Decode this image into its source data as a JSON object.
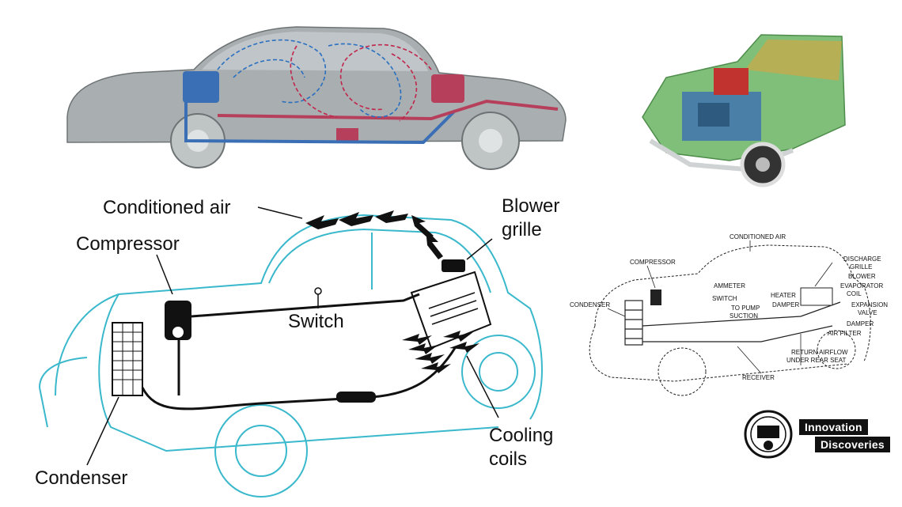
{
  "main_diagram": {
    "labels": {
      "conditioned_air": "Conditioned air",
      "blower_grille": [
        "Blower",
        "grille"
      ],
      "compressor": "Compressor",
      "switch": "Switch",
      "cooling_coils": [
        "Cooling",
        "coils"
      ],
      "condenser": "Condenser"
    },
    "colors": {
      "outline": "#3ab8cc",
      "ducting": "#111111"
    }
  },
  "technical_diagram": {
    "labels": {
      "conditioned_air": "CONDITIONED AIR",
      "compressor": "COMPRESSOR",
      "discharge_grille": [
        "DISCHARGE",
        "GRILLE"
      ],
      "blower": "BLOWER",
      "ammeter": "AMMETER",
      "evaporator_coil": [
        "EVAPORATOR",
        "COIL"
      ],
      "heater": "HEATER",
      "switch": "SWITCH",
      "to_pump_suction": [
        "TO PUMP",
        "SUCTION"
      ],
      "damper_left": "DAMPER",
      "expansion_valve": [
        "EXPANSION",
        "VALVE"
      ],
      "condenser": "CONDENSER",
      "damper_right": "DAMPER",
      "air_filter": "AIR FILTER",
      "return_airflow": [
        "RETURN AIRFLOW",
        "UNDER REAR SEAT"
      ],
      "receiver": "RECEIVER"
    }
  },
  "colors": {
    "cutaway_body": "#9aa1a3",
    "cool_air": "#2a6fc0",
    "warm_air": "#c0254b",
    "green_body": "#7fbf7a"
  },
  "logo": {
    "line1": "Innovation",
    "line2": "Discoveries"
  }
}
